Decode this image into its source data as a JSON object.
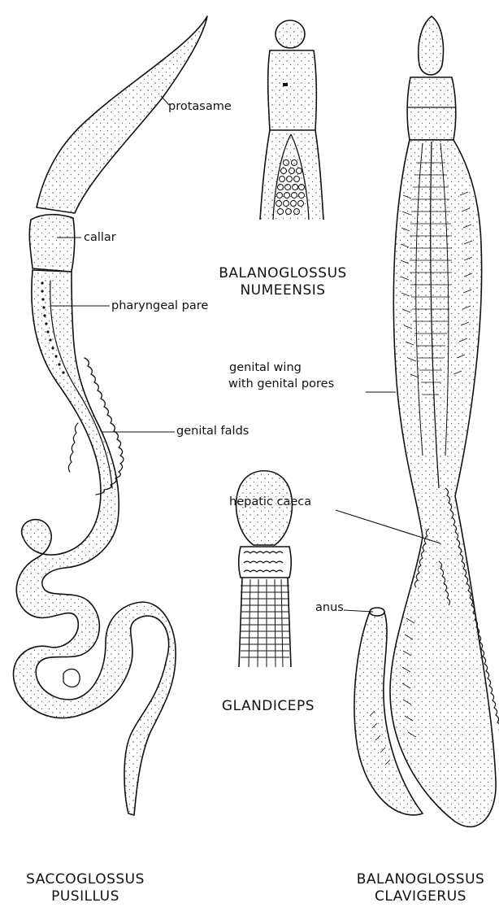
{
  "labels": {
    "protosome": "protasame",
    "collar": "callar",
    "pharyngeal_pore": "pharyngeal pare",
    "genital_folds": "genital falds",
    "genital_wing_line1": "genital wing",
    "genital_wing_line2": "with genital pores",
    "anus": "anus",
    "hepatic_caeca": "hepatic caeca"
  },
  "captions": {
    "numeensis": [
      "BALANOGLOSSUS",
      "NUMEENSIS"
    ],
    "glandiceps": "GLANDICEPS",
    "saccoglossus": [
      "SACCOGLOSSUS",
      "PUSILLUS"
    ],
    "clavigerus": [
      "BALANOGLOSSUS",
      "CLAVIGERUS"
    ]
  }
}
